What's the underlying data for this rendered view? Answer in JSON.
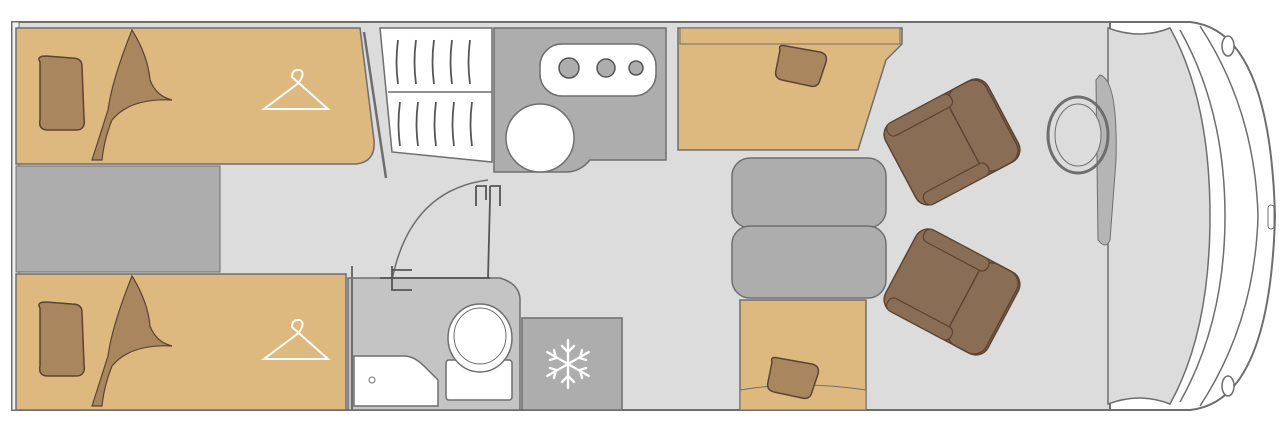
{
  "floorplan": {
    "colors": {
      "floor": "#dcdcdc",
      "wall": "#6e6e6e",
      "bed": "#deb97f",
      "fixture": "#adadad",
      "fixture_light": "#c4c4c4",
      "seat": "#8a6d55",
      "seat_dark": "#5b4433",
      "pillow": "#a9865e",
      "white": "#ffffff",
      "line": "#555555"
    },
    "areas": {
      "rear_bed_top": "rear-bed-top",
      "rear_bed_bottom": "rear-bed-bottom",
      "wardrobe": "wardrobe",
      "kitchen": "kitchen",
      "bathroom": "bathroom",
      "fridge": "fridge",
      "side_sofa": "side-sofa",
      "front_bench": "front-bench",
      "dinette": "dinette",
      "cab": "cab"
    },
    "icons": [
      "hanger-icon",
      "snowflake-icon",
      "pillow-icon",
      "steering-wheel-icon",
      "cab-seat-icon"
    ]
  }
}
